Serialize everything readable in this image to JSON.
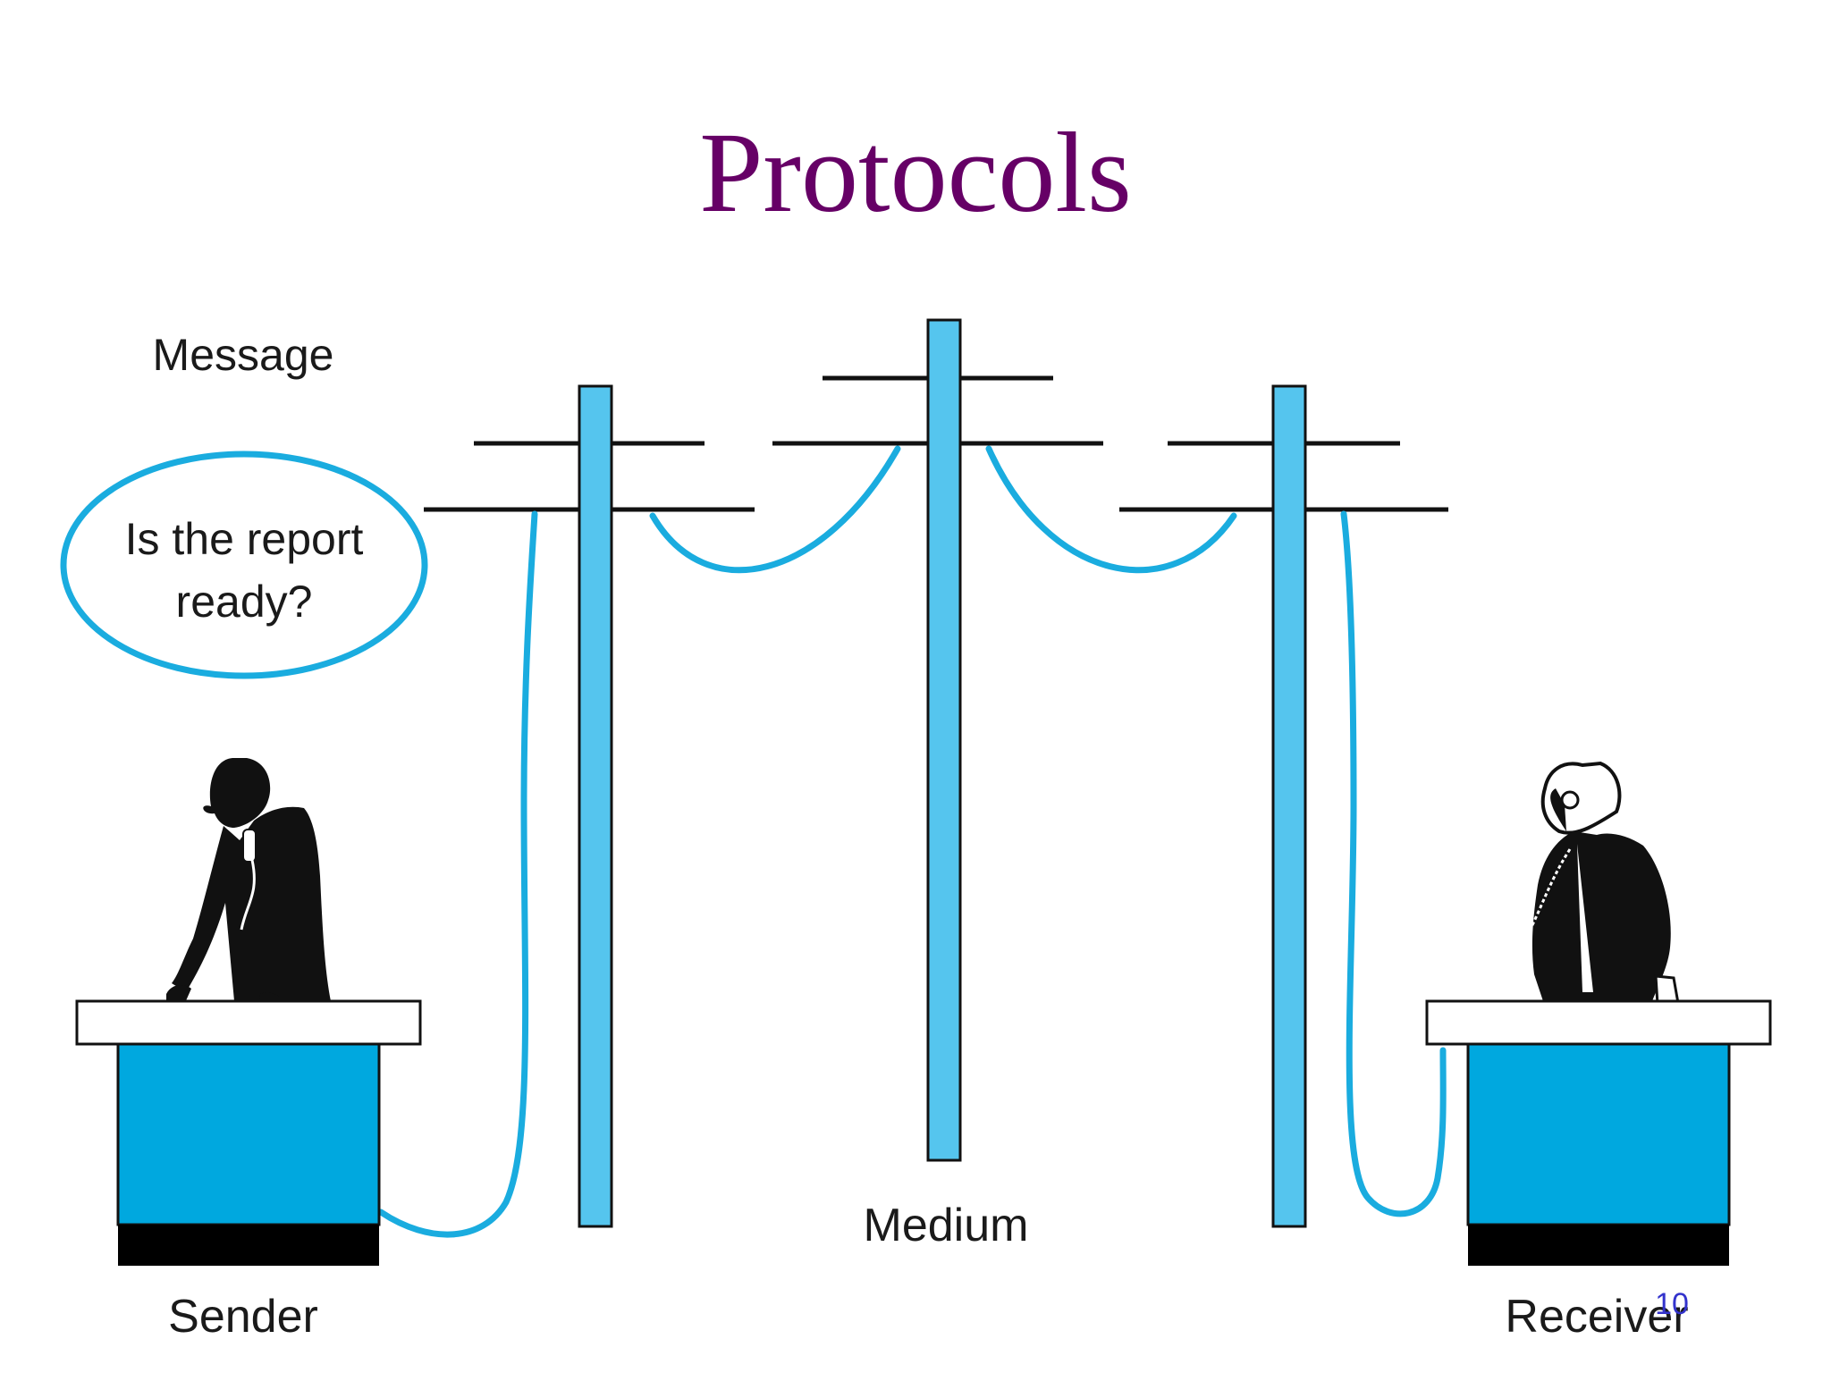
{
  "slide": {
    "title": "Protocols",
    "page_number": "10"
  },
  "diagram": {
    "message_label": "Message",
    "bubble_line1": "Is the report",
    "bubble_line2": "ready?",
    "medium_label": "Medium",
    "sender_label": "Sender",
    "receiver_label": "Receiver"
  },
  "colors": {
    "title": "#660066",
    "pole": "#55c5ee",
    "wire": "#1aacdf",
    "desk_body": "#00a8df",
    "desk_base": "#000000"
  }
}
